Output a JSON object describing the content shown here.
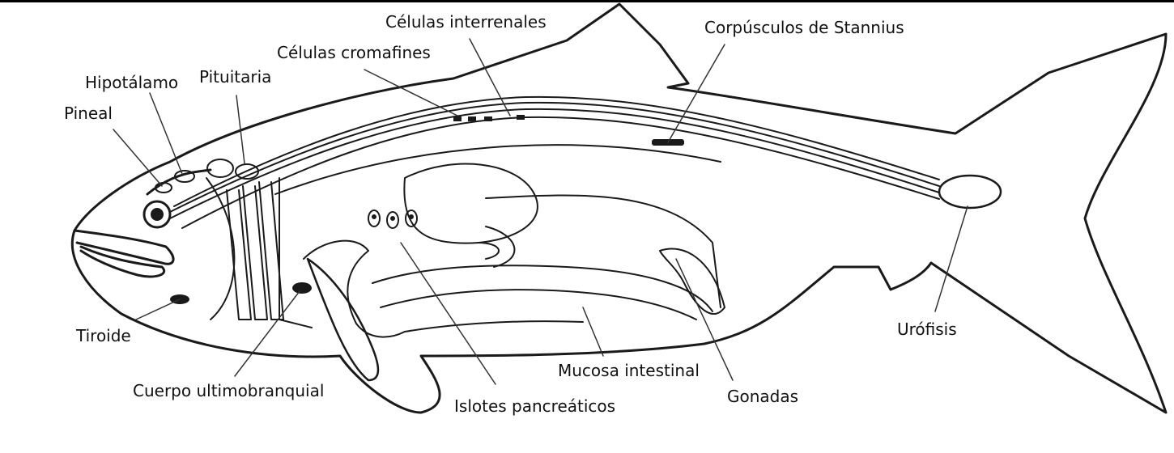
{
  "diagram": {
    "labels": {
      "celulas_interrenales": "Células interrenales",
      "corpusculos_stannius": "Corpúsculos de Stannius",
      "celulas_cromafines": "Células cromafines",
      "hipotalamo": "Hipotálamo",
      "pituitaria": "Pituitaria",
      "pineal": "Pineal",
      "tiroide": "Tiroide",
      "cuerpo_ultimobranquial": "Cuerpo ultimobranquial",
      "islotes_pancreaticos": "Islotes pancreáticos",
      "mucosa_intestinal": "Mucosa intestinal",
      "gonadas": "Gonadas",
      "urofisis": "Urófisis"
    }
  }
}
